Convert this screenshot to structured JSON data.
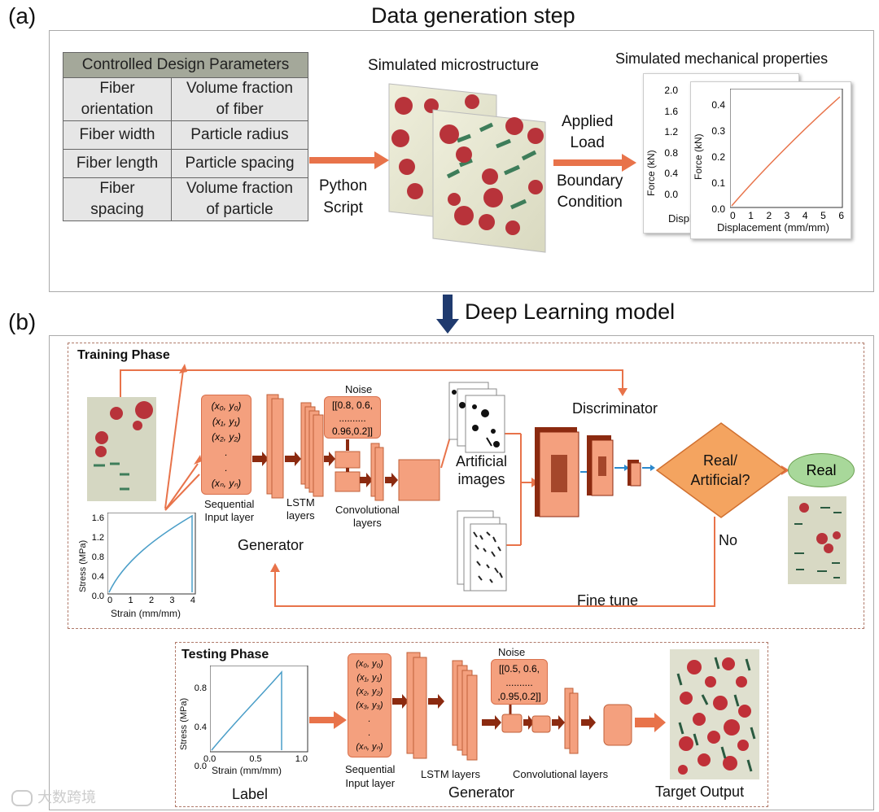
{
  "panel_a": {
    "label": "(a)",
    "title": "Data generation step",
    "table": {
      "header": "Controlled Design Parameters",
      "rows": [
        [
          "Fiber orientation",
          "Volume fraction of fiber"
        ],
        [
          "Fiber width",
          "Particle radius"
        ],
        [
          "Fiber length",
          "Particle spacing"
        ],
        [
          "Fiber spacing",
          "Volume fraction of particle"
        ]
      ]
    },
    "python_script": [
      "Python",
      "Script"
    ],
    "microstructure_title": "Simulated microstructure",
    "applied_load": [
      "Applied",
      "Load"
    ],
    "boundary_condition": [
      "Boundary",
      "Condition"
    ],
    "properties_title": "Simulated mechanical properties",
    "back_plot": {
      "ylabel": "Force (kN)",
      "yticks": [
        "2.0",
        "1.6",
        "1.2",
        "0.8",
        "0.4",
        "0.0"
      ],
      "xlabel": "Displ"
    },
    "front_plot": {
      "ylabel": "Force (kN)",
      "yticks": [
        "0.4",
        "0.3",
        "0.2",
        "0.1",
        "0.0"
      ],
      "xticks": [
        "0",
        "1",
        "2",
        "3",
        "4",
        "5",
        "6"
      ],
      "xlabel": "Displacement (mm/mm)"
    }
  },
  "arrow_label": "Deep Learning model",
  "panel_b": {
    "label": "(b)",
    "training": {
      "title": "Training Phase",
      "input_seq": [
        "(x₀, y₀)",
        "(x₁, y₁)",
        "(x₂, y₂)",
        ".",
        ".",
        "(xₙ, yₙ)"
      ],
      "seq_label": [
        "Sequential",
        "Input layer"
      ],
      "lstm_label": [
        "LSTM",
        "layers"
      ],
      "noise_title": "Noise",
      "noise_text": [
        "[[0.8, 0.6,",
        "..........",
        "0.96,0.2]]"
      ],
      "conv_label": [
        "Convolutional",
        "layers"
      ],
      "generator": "Generator",
      "artificial": [
        "Artificial",
        "images"
      ],
      "discriminator": "Discriminator",
      "decision": [
        "Real/",
        "Artificial?"
      ],
      "real": "Real",
      "no": "No",
      "fine_tune": "Fine tune",
      "stress_plot": {
        "ylabel": "Stress (MPa)",
        "xlabel": "Strain (mm/mm)",
        "yticks": [
          "1.6",
          "1.2",
          "0.8",
          "0.4",
          "0.0"
        ],
        "xticks": [
          "0",
          "1",
          "2",
          "3",
          "4"
        ]
      }
    },
    "testing": {
      "title": "Testing Phase",
      "input_seq": [
        "(x₀, y₀)",
        "(x₁, y₁)",
        "(x₂, y₂)",
        "(x₃, y₃)",
        ".",
        ".",
        "(xₙ, yₙ)"
      ],
      "seq_label": [
        "Sequential",
        "Input layer"
      ],
      "lstm_label": "LSTM layers",
      "noise_title": "Noise",
      "noise_text": [
        "[[0.5, 0.6,",
        "..........",
        ",0.95,0.2]]"
      ],
      "conv_label": "Convolutional layers",
      "generator": "Generator",
      "label": "Label",
      "target": "Target Output",
      "stress_plot": {
        "ylabel": "Stress (MPa)",
        "xlabel": "Strain (mm/mm)",
        "yticks": [
          "0.8",
          "0.4",
          "0.0"
        ],
        "xticks": [
          "0.0",
          "0.5",
          "1.0"
        ]
      }
    }
  },
  "watermark": "大数跨境",
  "colors": {
    "arrow": "#e8734a",
    "dark_arrow": "#8b2a10",
    "layer": "#f4a07e",
    "particle": "#b8333a",
    "fiber": "#3e7d5a",
    "decision": "#f4a460",
    "real": "#a8d89a",
    "navy_arrow": "#1f3a6e"
  }
}
